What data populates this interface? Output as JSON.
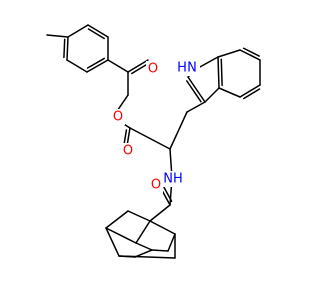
{
  "atom_labels": {
    "carbonyl_o1": "O",
    "ester_o": "O",
    "ester_carbonyl_o": "O",
    "amide_nh": "NH",
    "indole_nh": "H",
    "indole_n": "N",
    "amide_carbonyl_o": "O"
  },
  "colors": {
    "oxygen": "#ff0000",
    "nitrogen": "#0000ff",
    "bond": "#000000",
    "background": "#ffffff"
  }
}
